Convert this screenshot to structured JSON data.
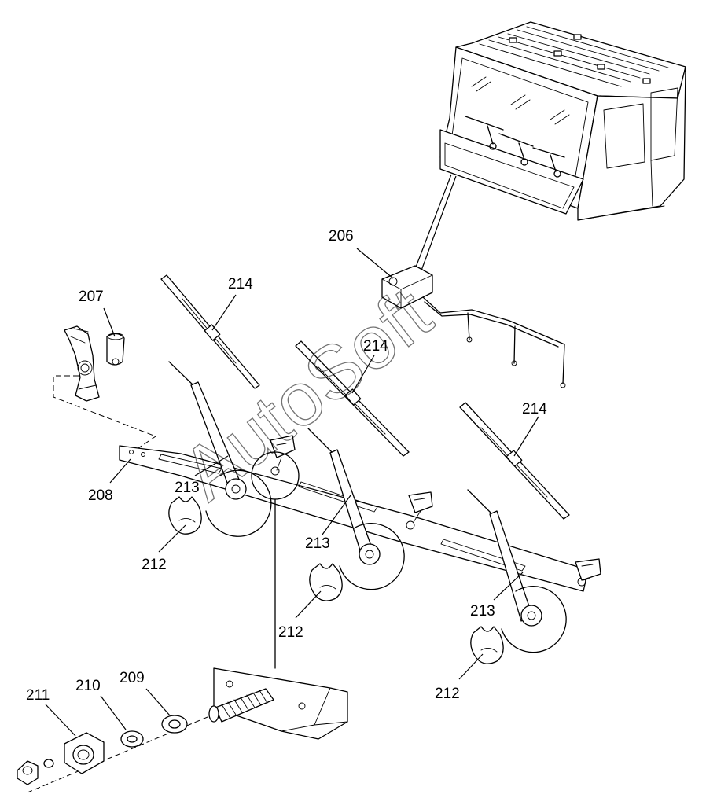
{
  "callouts": {
    "c206": "206",
    "c207": "207",
    "c208": "208",
    "c209": "209",
    "c210": "210",
    "c211": "211",
    "c212a": "212",
    "c212b": "212",
    "c212c": "212",
    "c213a": "213",
    "c213b": "213",
    "c213c": "213",
    "c214a": "214",
    "c214b": "214",
    "c214c": "214"
  },
  "watermark": "AutoSoft"
}
